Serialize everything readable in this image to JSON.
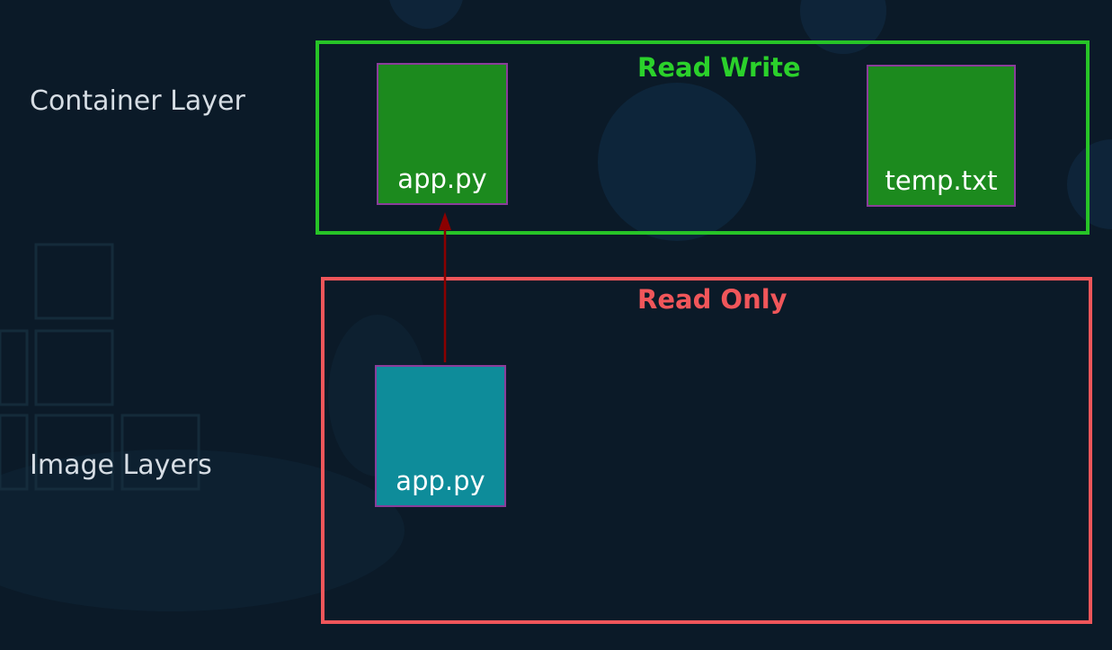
{
  "labels": {
    "container_layer": "Container Layer",
    "image_layers": "Image Layers"
  },
  "read_write_box": {
    "title": "Read Write",
    "files": [
      "app.py",
      "temp.txt"
    ]
  },
  "read_only_box": {
    "title": "Read Only",
    "files": [
      "app.py"
    ]
  },
  "colors": {
    "read_write": "#27c427",
    "read_only": "#f0565a",
    "file_green": "#1c8a1e",
    "file_teal": "#0e8c9a",
    "arrow": "#8b0000"
  }
}
